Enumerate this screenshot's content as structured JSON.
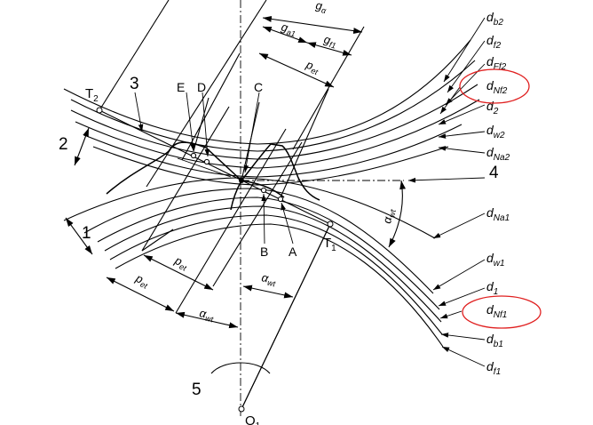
{
  "points": {
    "T2": "T",
    "T2_sub": "2",
    "T1": "T",
    "T1_sub": "1",
    "O": "O",
    "O_sub": "1",
    "E": "E",
    "D": "D",
    "C": "C",
    "B": "B",
    "A": "A"
  },
  "numbers": {
    "n1": "1",
    "n2": "2",
    "n3": "3",
    "n4": "4",
    "n5": "5"
  },
  "dims": {
    "g_alpha": "g",
    "g_alpha_sub": "α",
    "g_a1": "g",
    "g_a1_sub": "a1",
    "g_f1": "g",
    "g_f1_sub": "f1",
    "p_et_top": "p",
    "p_et_top_sub": "et",
    "p_et_mid": "p",
    "p_et_mid_sub": "et",
    "p_et_low": "p",
    "p_et_low_sub": "et",
    "alpha_wt_low": "α",
    "alpha_wt_low_sub": "wt",
    "alpha_wt_mid": "α",
    "alpha_wt_mid_sub": "wt",
    "alpha_wt_right": "α",
    "alpha_wt_right_sub": "wt"
  },
  "right_labels": [
    {
      "key": "db2",
      "main": "d",
      "sub": "b2",
      "highlight": false
    },
    {
      "key": "df2",
      "main": "d",
      "sub": "f2",
      "highlight": false
    },
    {
      "key": "dFf2",
      "main": "d",
      "sub": "Ff2",
      "highlight": false
    },
    {
      "key": "dNf2",
      "main": "d",
      "sub": "Nf2",
      "highlight": true
    },
    {
      "key": "d2",
      "main": "d",
      "sub": "2",
      "highlight": false
    },
    {
      "key": "dw2",
      "main": "d",
      "sub": "w2",
      "highlight": false
    },
    {
      "key": "dNa2",
      "main": "d",
      "sub": "Na2",
      "highlight": false
    },
    {
      "key": "dNa1",
      "main": "d",
      "sub": "Na1",
      "highlight": false
    },
    {
      "key": "dw1",
      "main": "d",
      "sub": "w1",
      "highlight": false
    },
    {
      "key": "d1",
      "main": "d",
      "sub": "1",
      "highlight": false
    },
    {
      "key": "dNf1",
      "main": "d",
      "sub": "Nf1",
      "highlight": true
    },
    {
      "key": "db1",
      "main": "d",
      "sub": "b1",
      "highlight": false
    },
    {
      "key": "df1",
      "main": "d",
      "sub": "f1",
      "highlight": false
    }
  ],
  "highlight_color": "#e02020"
}
